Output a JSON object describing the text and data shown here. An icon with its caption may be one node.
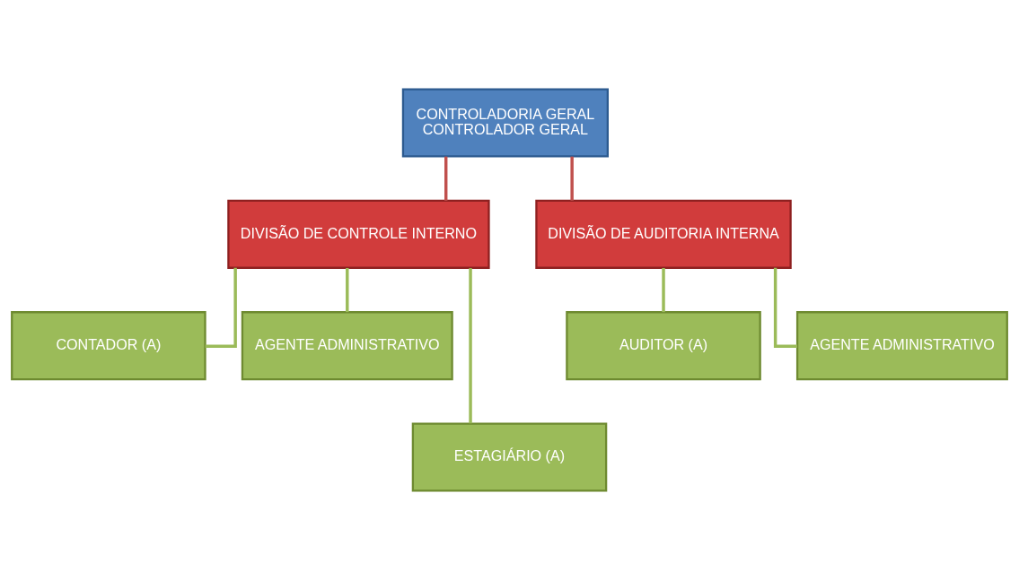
{
  "diagram": {
    "nodes": [
      {
        "text": [
          "CONTROLADORIA GERAL",
          "CONTROLADOR GERAL"
        ]
      },
      {
        "text": [
          "DIVISÃO DE CONTROLE INTERNO"
        ]
      },
      {
        "text": [
          "DIVISÃO DE AUDITORIA INTERNA"
        ]
      },
      {
        "text": [
          "CONTADOR (A)"
        ]
      },
      {
        "text": [
          "AGENTE ADMINISTRATIVO"
        ]
      },
      {
        "text": [
          "ESTAGIÁRIO (A)"
        ]
      },
      {
        "text": [
          "AUDITOR (A)"
        ]
      },
      {
        "text": [
          "AGENTE ADMINISTRATIVO"
        ]
      }
    ],
    "edges": [
      {
        "from": 0,
        "to": 1,
        "arrow": "none",
        "color": "#c0504d"
      },
      {
        "from": 0,
        "to": 2,
        "arrow": "none",
        "color": "#c0504d"
      },
      {
        "from": 1,
        "to": 3,
        "arrow": "none"
      },
      {
        "from": 1,
        "to": 4,
        "arrow": "none"
      },
      {
        "from": 1,
        "to": 5,
        "arrow": "none"
      },
      {
        "from": 2,
        "to": 6,
        "arrow": "none"
      },
      {
        "from": 2,
        "to": 7,
        "arrow": "none"
      }
    ]
  }
}
